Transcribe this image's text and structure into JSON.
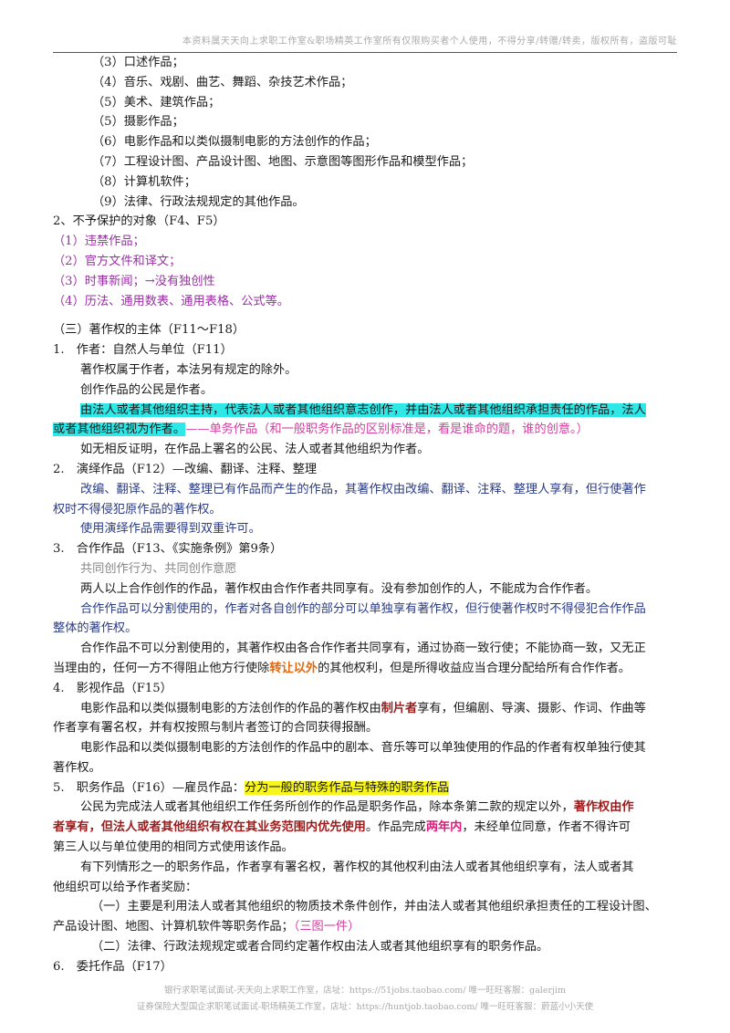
{
  "header": "本资料属天天向上求职工作室&职场精英工作室所有仅限购买者个人使用，不得分享/转赠/转卖，版权所有，盗版可耻",
  "lines": {
    "l01": "（3）口述作品；",
    "l02": "（4）音乐、戏剧、曲艺、舞蹈、杂技艺术作品；",
    "l03": "（5）美术、建筑作品；",
    "l04": "（5）摄影作品；",
    "l05": "（6）电影作品和以类似摄制电影的方法创作的作品；",
    "l06": "（7）工程设计图、产品设计图、地图、示意图等图形作品和模型作品；",
    "l07": "（8）计算机软件；",
    "l08": "（9）法律、行政法规规定的其他作品。",
    "l09": "2、不予保护的对象（F4、F5）",
    "l10": "（1）违禁作品；",
    "l11": "（2）官方文件和译文；",
    "l12": "（3）时事新闻；→没有独创性",
    "l13": "（4）历法、通用数表、通用表格、公式等。",
    "l14": "（三）著作权的主体（F11～F18）",
    "l15": "1.　作者：自然人与单位（F11）",
    "l16": "著作权属于作者，本法另有规定的除外。",
    "l17": "创作作品的公民是作者。",
    "l18": "由法人或者其他组织主持，代表法人或者其他组织意志创作，并由法人或者其他组织承担责任的作品，法人",
    "l19a": "或者其他组织视为作者。",
    "l19b": "——单务作品（和一般职务作品的区别标准是，看是谁命的题，谁的创意。）",
    "l20": "如无相反证明，在作品上署名的公民、法人或者其他组织为作者。",
    "l21": "2.　演绎作品（F12）—改编、翻译、注释、整理",
    "l22": "改编、翻译、注释、整理已有作品而产生的作品，其著作权由改编、翻译、注释、整理人享有，但行使著作",
    "l23": "权时不得侵犯原作品的著作权。",
    "l24": "使用演绎作品需要得到双重许可。",
    "l25": "3.　合作作品（F13、《实施条例》第9条）",
    "l26": "共同创作行为、共同创作意愿",
    "l27": "两人以上合作创作的作品，著作权由合作作者共同享有。没有参加创作的人，不能成为合作作者。",
    "l28": "合作作品可以分割使用的，作者对各自创作的部分可以单独享有著作权，但行使著作权时不得侵犯合作作品",
    "l29": "整体的著作权。",
    "l30a": "合作作品不可以分割使用的，其著作权由各合作作者共同享有，通过协商一致行使；不能协商一致，又无正",
    "l31a": "当理由的，任何一方不得阻止他方行使除",
    "l31b": "转让以外",
    "l31c": "的其他权利，但是所得收益应当合理分配给所有合作作者。",
    "l32": "4.　影视作品（F15）",
    "l33a": "电影作品和以类似摄制电影的方法创作的作品的著作权由",
    "l33b": "制片者",
    "l33c": "享有，但编剧、导演、摄影、作词、作曲等",
    "l34": "作者享有署名权，并有权按照与制片者签订的合同获得报酬。",
    "l35": "电影作品和以类似摄制电影的方法创作的作品中的剧本、音乐等可以单独使用的作品的作者有权单独行使其",
    "l36": "著作权。",
    "l37a": "5.　职务作品（F16）—雇员作品：",
    "l37b": "分为一般的职务作品与特殊的职务作品",
    "l38a": "公民为完成法人或者其他组织工作任务所创作的作品是职务作品，除本条第二款的规定以外，",
    "l38b": "著作权由作",
    "l39a": "者享有，但法人或者其他组织有权在其业务范围内优先使用",
    "l39b": "。作品完成",
    "l39c": "两年内",
    "l39d": "，未经单位同意，作者不得许可",
    "l40": "第三人以与单位使用的相同方式使用该作品。",
    "l41": "有下列情形之一的职务作品，作者享有署名权，著作权的其他权利由法人或者其他组织享有，法人或者其",
    "l42": "他组织可以给予作者奖励：",
    "l43": "（一）主要是利用法人或者其他组织的物质技术条件创作，并由法人或者其他组织承担责任的工程设计图、",
    "l44a": "产品设计图、地图、计算机软件等职务作品；",
    "l44b": "（三图一件）",
    "l45": "（二）法律、行政法规规定或者合同约定著作权由法人或者其他组织享有的职务作品。",
    "l46": "6.　委托作品（F17）"
  },
  "footer1": "银行求职笔试面试-天天向上求职工作室，店址：https://51jobs.taobao.com/ 唯一旺旺客服：galerjim",
  "footer2": "证券保险大型国企求职笔试面试-职场精英工作室，店址：https://huntjob.taobao.com/ 唯一旺旺客服：蔚蓝小小天使"
}
